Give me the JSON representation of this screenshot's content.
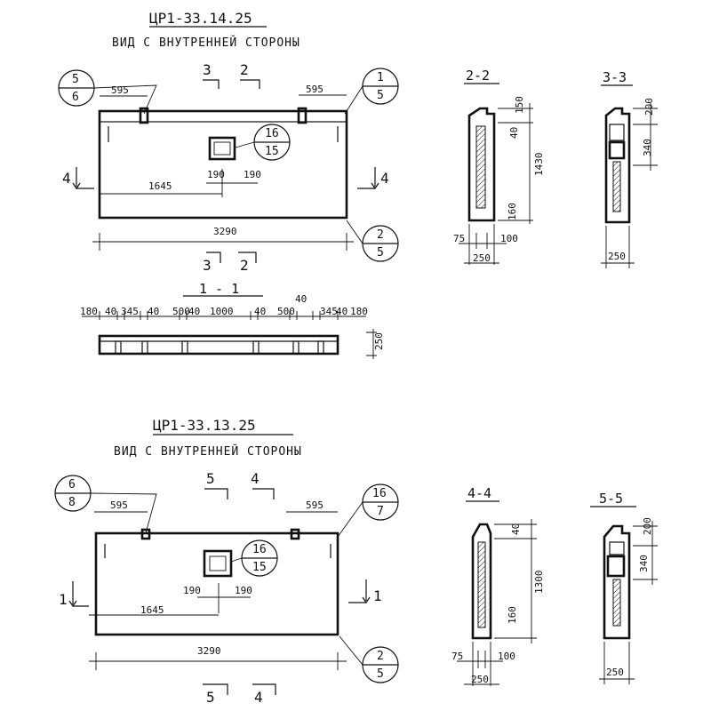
{
  "colors": {
    "ink": "#111111",
    "paper": "#ffffff"
  },
  "panel_top": {
    "mark": "ЦР1-33.14.25",
    "view_label": "ВИД С ВНУТРЕННЕЙ СТОРОНЫ",
    "callout_left": {
      "top": "5",
      "bottom": "6"
    },
    "callout_right": {
      "top": "1",
      "bottom": "5"
    },
    "callout_center": {
      "top": "16",
      "bottom": "15"
    },
    "callout_bottom": {
      "top": "2",
      "bottom": "5"
    },
    "dim_595_left": "595",
    "dim_595_right": "595",
    "dim_190_left": "190",
    "dim_190_right": "190",
    "dim_1645": "1645",
    "dim_3290": "3290",
    "cut_3": "3",
    "cut_2": "2",
    "cut_4": "4"
  },
  "section_1_1": {
    "label": "1 - 1",
    "dims": [
      "180",
      "40",
      "345",
      "40",
      "500",
      "40",
      "1000",
      "40",
      "500",
      "40",
      "345",
      "40",
      "180"
    ],
    "height": "250"
  },
  "section_2_2": {
    "label": "2-2",
    "d150": "150",
    "d40": "40",
    "d1430": "1430",
    "d160": "160",
    "d75": "75",
    "d100": "100",
    "d250": "250"
  },
  "section_3_3": {
    "label": "3-3",
    "d200": "200",
    "d340": "340",
    "d250": "250"
  },
  "panel_bottom": {
    "mark": "ЦР1-33.13.25",
    "view_label": "ВИД С ВНУТРЕННЕЙ СТОРОНЫ",
    "callout_left": {
      "top": "6",
      "bottom": "8"
    },
    "callout_right": {
      "top": "16",
      "bottom": "7"
    },
    "callout_center": {
      "top": "16",
      "bottom": "15"
    },
    "callout_bottom": {
      "top": "2",
      "bottom": "5"
    },
    "dim_595_left": "595",
    "dim_595_right": "595",
    "dim_190_left": "190",
    "dim_190_right": "190",
    "dim_1645": "1645",
    "dim_3290": "3290",
    "cut_5": "5",
    "cut_4": "4",
    "cut_1": "1"
  },
  "section_4_4": {
    "label": "4-4",
    "d40": "40",
    "d1300": "1300",
    "d160": "160",
    "d75": "75",
    "d100": "100",
    "d250": "250"
  },
  "section_5_5": {
    "label": "5-5",
    "d200": "200",
    "d340": "340",
    "d250": "250"
  }
}
